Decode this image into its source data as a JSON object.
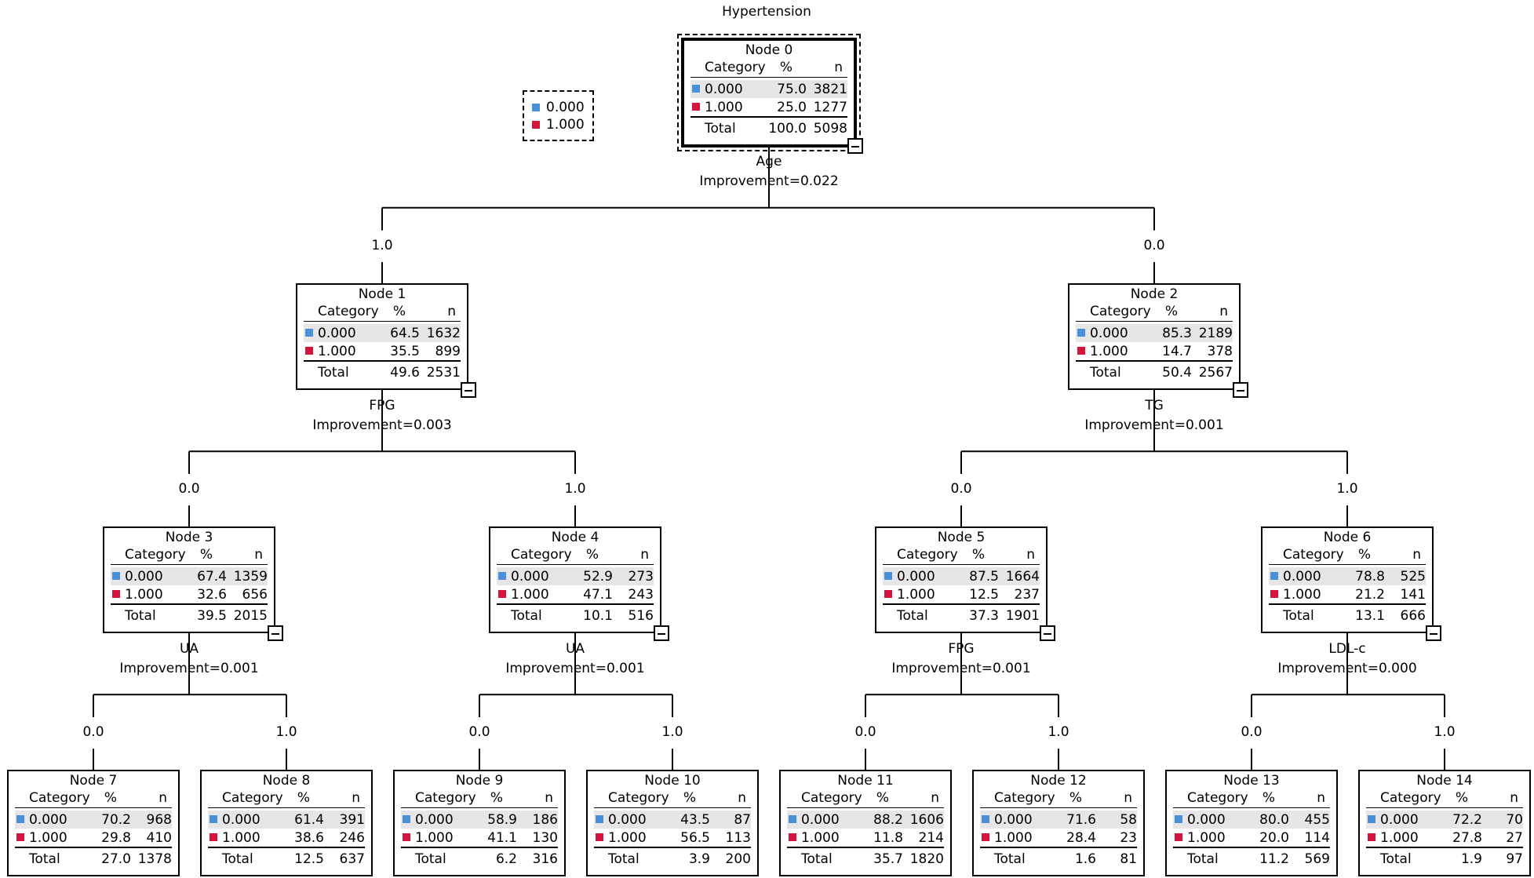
{
  "title": "Hypertension",
  "legend": [
    {
      "label": "0.000",
      "color": "#4a90d9"
    },
    {
      "label": "1.000",
      "color": "#d4143c"
    }
  ],
  "header": {
    "category": "Category",
    "percent": "%",
    "n": "n"
  },
  "total_label": "Total",
  "nodes": [
    {
      "id": "0",
      "name": "Node 0",
      "rows": [
        [
          "0.000",
          "75.0",
          "3821"
        ],
        [
          "1.000",
          "25.0",
          "1277"
        ]
      ],
      "total": [
        "100.0",
        "5098"
      ],
      "split": {
        "variable": "Age",
        "improvement": "Improvement=0.022"
      }
    },
    {
      "id": "1",
      "name": "Node 1",
      "rows": [
        [
          "0.000",
          "64.5",
          "1632"
        ],
        [
          "1.000",
          "35.5",
          "899"
        ]
      ],
      "total": [
        "49.6",
        "2531"
      ],
      "branch": "1.0",
      "split": {
        "variable": "FPG",
        "improvement": "Improvement=0.003"
      }
    },
    {
      "id": "2",
      "name": "Node 2",
      "rows": [
        [
          "0.000",
          "85.3",
          "2189"
        ],
        [
          "1.000",
          "14.7",
          "378"
        ]
      ],
      "total": [
        "50.4",
        "2567"
      ],
      "branch": "0.0",
      "split": {
        "variable": "TG",
        "improvement": "Improvement=0.001"
      }
    },
    {
      "id": "3",
      "name": "Node 3",
      "rows": [
        [
          "0.000",
          "67.4",
          "1359"
        ],
        [
          "1.000",
          "32.6",
          "656"
        ]
      ],
      "total": [
        "39.5",
        "2015"
      ],
      "branch": "0.0",
      "split": {
        "variable": "UA",
        "improvement": "Improvement=0.001"
      }
    },
    {
      "id": "4",
      "name": "Node 4",
      "rows": [
        [
          "0.000",
          "52.9",
          "273"
        ],
        [
          "1.000",
          "47.1",
          "243"
        ]
      ],
      "total": [
        "10.1",
        "516"
      ],
      "branch": "1.0",
      "split": {
        "variable": "UA",
        "improvement": "Improvement=0.001"
      }
    },
    {
      "id": "5",
      "name": "Node 5",
      "rows": [
        [
          "0.000",
          "87.5",
          "1664"
        ],
        [
          "1.000",
          "12.5",
          "237"
        ]
      ],
      "total": [
        "37.3",
        "1901"
      ],
      "branch": "0.0",
      "split": {
        "variable": "FPG",
        "improvement": "Improvement=0.001"
      }
    },
    {
      "id": "6",
      "name": "Node 6",
      "rows": [
        [
          "0.000",
          "78.8",
          "525"
        ],
        [
          "1.000",
          "21.2",
          "141"
        ]
      ],
      "total": [
        "13.1",
        "666"
      ],
      "branch": "1.0",
      "split": {
        "variable": "LDL-c",
        "improvement": "Improvement=0.000"
      }
    },
    {
      "id": "7",
      "name": "Node 7",
      "rows": [
        [
          "0.000",
          "70.2",
          "968"
        ],
        [
          "1.000",
          "29.8",
          "410"
        ]
      ],
      "total": [
        "27.0",
        "1378"
      ],
      "branch": "0.0"
    },
    {
      "id": "8",
      "name": "Node 8",
      "rows": [
        [
          "0.000",
          "61.4",
          "391"
        ],
        [
          "1.000",
          "38.6",
          "246"
        ]
      ],
      "total": [
        "12.5",
        "637"
      ],
      "branch": "1.0"
    },
    {
      "id": "9",
      "name": "Node 9",
      "rows": [
        [
          "0.000",
          "58.9",
          "186"
        ],
        [
          "1.000",
          "41.1",
          "130"
        ]
      ],
      "total": [
        "6.2",
        "316"
      ],
      "branch": "0.0"
    },
    {
      "id": "10",
      "name": "Node 10",
      "rows": [
        [
          "0.000",
          "43.5",
          "87"
        ],
        [
          "1.000",
          "56.5",
          "113"
        ]
      ],
      "total": [
        "3.9",
        "200"
      ],
      "branch": "1.0"
    },
    {
      "id": "11",
      "name": "Node 11",
      "rows": [
        [
          "0.000",
          "88.2",
          "1606"
        ],
        [
          "1.000",
          "11.8",
          "214"
        ]
      ],
      "total": [
        "35.7",
        "1820"
      ],
      "branch": "0.0"
    },
    {
      "id": "12",
      "name": "Node 12",
      "rows": [
        [
          "0.000",
          "71.6",
          "58"
        ],
        [
          "1.000",
          "28.4",
          "23"
        ]
      ],
      "total": [
        "1.6",
        "81"
      ],
      "branch": "1.0"
    },
    {
      "id": "13",
      "name": "Node 13",
      "rows": [
        [
          "0.000",
          "80.0",
          "455"
        ],
        [
          "1.000",
          "20.0",
          "114"
        ]
      ],
      "total": [
        "11.2",
        "569"
      ],
      "branch": "0.0"
    },
    {
      "id": "14",
      "name": "Node 14",
      "rows": [
        [
          "0.000",
          "72.2",
          "70"
        ],
        [
          "1.000",
          "27.8",
          "27"
        ]
      ],
      "total": [
        "1.9",
        "97"
      ],
      "branch": "1.0"
    }
  ]
}
